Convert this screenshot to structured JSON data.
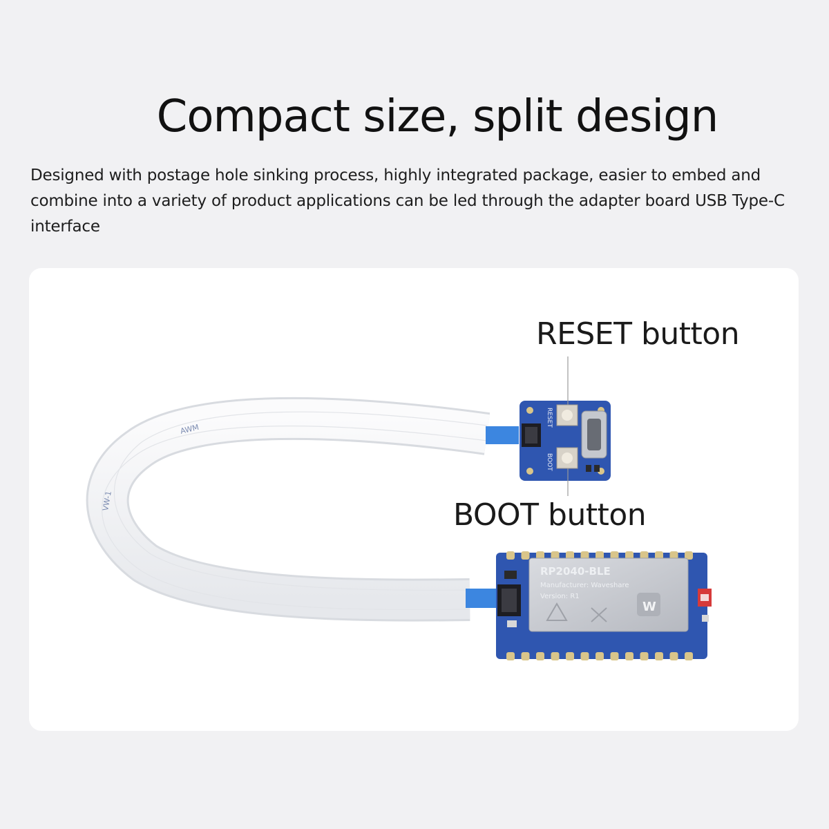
{
  "headline": "Compact size, split design",
  "description": "Designed with postage hole sinking process, highly integrated package, easier to embed and combine into a variety of product applications can be led through the adapter board USB Type-C interface",
  "callouts": {
    "reset": "RESET button",
    "boot": "BOOT button"
  },
  "adapter_board": {
    "reset_silk": "RESET",
    "boot_silk": "BOOT"
  },
  "module": {
    "name": "RP2040-BLE",
    "manufacturer": "Manufacturer: Waveshare",
    "version": "Version: R1",
    "logo": "W"
  },
  "cable": {
    "marking_1": "AWM",
    "marking_2": "VW-1"
  },
  "colors": {
    "pcb_blue": "#2f56b0",
    "shield_silver": "#c9ccd2",
    "cable_white": "#f4f5f7",
    "stiffener_blue": "#3c86e0"
  }
}
